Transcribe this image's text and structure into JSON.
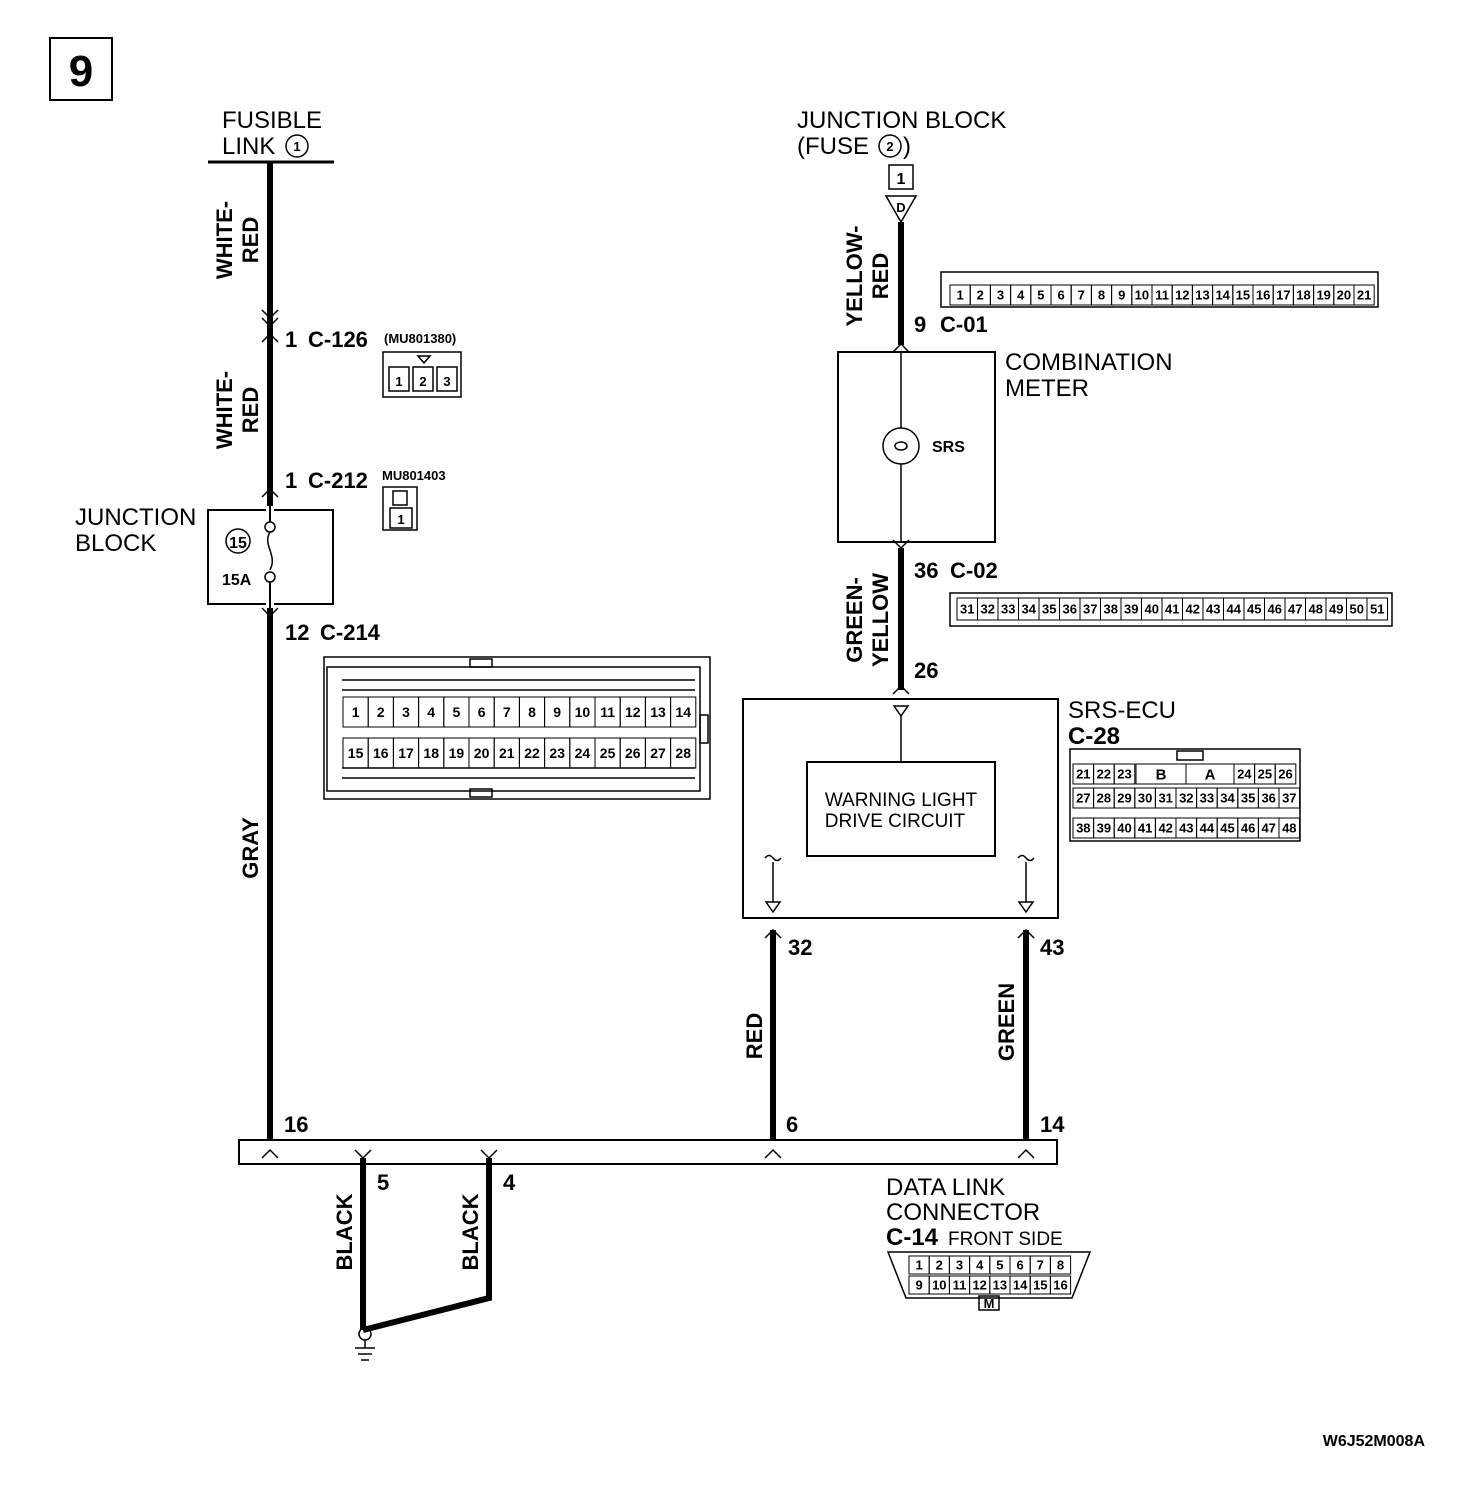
{
  "page_number": "9",
  "figure_code": "W6J52M008A",
  "fusible_link": {
    "line1": "FUSIBLE",
    "line2": "LINK",
    "num": "1"
  },
  "junction_block_fuse": {
    "line1": "JUNCTION BLOCK",
    "line2a": "(FUSE",
    "num": "2",
    "line2b": ")",
    "terminal": "1",
    "connector_letter": "D"
  },
  "wires": {
    "white_red": [
      "WHITE-",
      "RED"
    ],
    "gray": "GRAY",
    "yellow_red": [
      "YELLOW-",
      "RED"
    ],
    "green_yellow": [
      "GREEN-",
      "YELLOW"
    ],
    "red": "RED",
    "green": "GREEN",
    "black": "BLACK"
  },
  "connectors": {
    "c126": {
      "pin": "1",
      "name": "C-126",
      "part": "(MU801380)",
      "pins": [
        "1",
        "2",
        "3"
      ]
    },
    "c212": {
      "pin": "1",
      "name": "C-212",
      "part": "MU801403",
      "pins": [
        "1"
      ]
    },
    "c214": {
      "pin": "12",
      "name": "C-214",
      "row1": [
        "1",
        "2",
        "3",
        "4",
        "5",
        "6",
        "7",
        "8",
        "9",
        "10",
        "11",
        "12",
        "13",
        "14"
      ],
      "row2": [
        "15",
        "16",
        "17",
        "18",
        "19",
        "20",
        "21",
        "22",
        "23",
        "24",
        "25",
        "26",
        "27",
        "28"
      ]
    },
    "c01": {
      "pin": "9",
      "name": "C-01",
      "pins": [
        "1",
        "2",
        "3",
        "4",
        "5",
        "6",
        "7",
        "8",
        "9",
        "10",
        "11",
        "12",
        "13",
        "14",
        "15",
        "16",
        "17",
        "18",
        "19",
        "20",
        "21"
      ]
    },
    "c02": {
      "pin": "36",
      "name": "C-02",
      "pins": [
        "31",
        "32",
        "33",
        "34",
        "35",
        "36",
        "37",
        "38",
        "39",
        "40",
        "41",
        "42",
        "43",
        "44",
        "45",
        "46",
        "47",
        "48",
        "49",
        "50",
        "51"
      ]
    },
    "c28": {
      "row1": [
        "21",
        "22",
        "23",
        "B",
        "A",
        "24",
        "25",
        "26"
      ],
      "row2": [
        "27",
        "28",
        "29",
        "30",
        "31",
        "32",
        "33",
        "34",
        "35",
        "36",
        "37"
      ],
      "row3": [
        "38",
        "39",
        "40",
        "41",
        "42",
        "43",
        "44",
        "45",
        "46",
        "47",
        "48"
      ]
    },
    "c14": {
      "row1": [
        "1",
        "2",
        "3",
        "4",
        "5",
        "6",
        "7",
        "8"
      ],
      "row2": [
        "9",
        "10",
        "11",
        "12",
        "13",
        "14",
        "15",
        "16"
      ],
      "key": "M"
    }
  },
  "junction_block": {
    "line1": "JUNCTION",
    "line2": "BLOCK",
    "fuse_num": "15",
    "rating": "15A"
  },
  "combination_meter": {
    "line1": "COMBINATION",
    "line2": "METER",
    "lamp": "SRS"
  },
  "srs_ecu": {
    "name": "SRS-ECU",
    "connector": "C-28",
    "input_pin": "26",
    "circuit_line1": "WARNING LIGHT",
    "circuit_line2": "DRIVE CIRCUIT",
    "pin_a": "32",
    "pin_b": "43"
  },
  "data_link": {
    "line1": "DATA LINK",
    "line2": "CONNECTOR",
    "connector": "C-14",
    "side": "FRONT SIDE",
    "pins": {
      "p16": "16",
      "p5": "5",
      "p4": "4",
      "p6": "6",
      "p14": "14"
    }
  }
}
